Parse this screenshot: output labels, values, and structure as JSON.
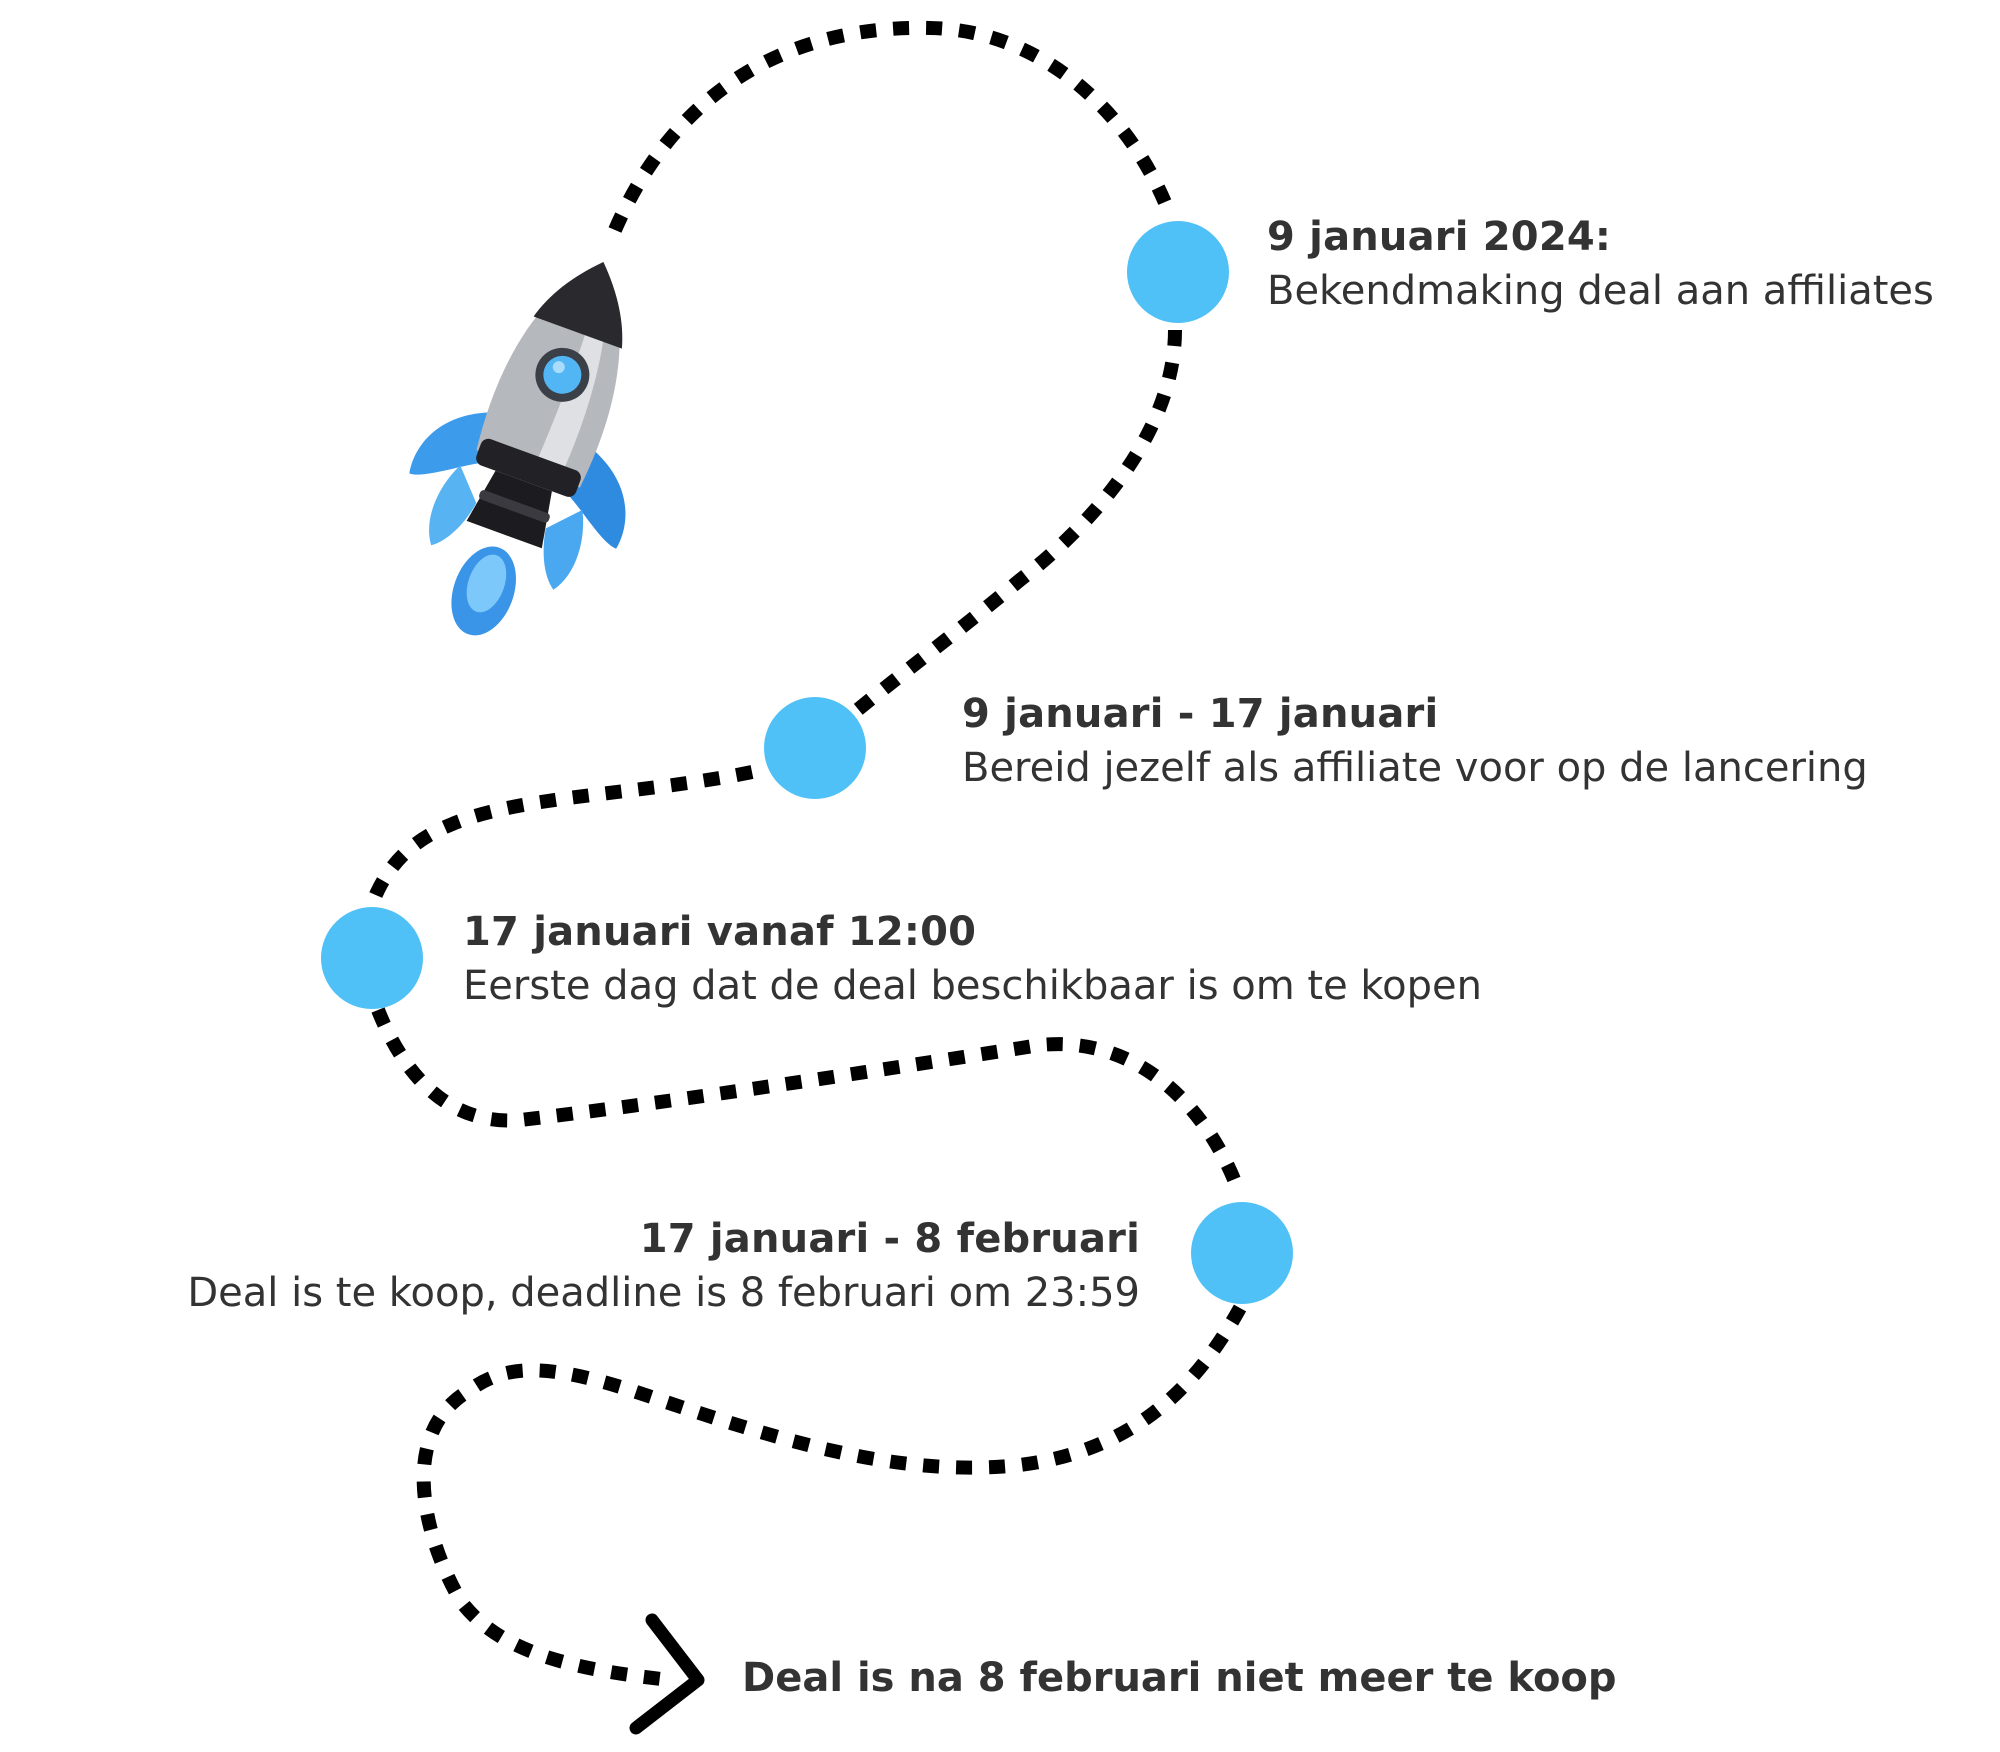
{
  "colors": {
    "dot": "#4FC1F7",
    "path": "#000000",
    "text": "#333333"
  },
  "icons": {
    "rocket": "rocket-icon",
    "end_arrow": "arrow-right-icon"
  },
  "milestones": [
    {
      "title": "9 januari 2024:",
      "description": "Bekendmaking deal aan affiliates"
    },
    {
      "title": "9 januari - 17 januari",
      "description": "Bereid jezelf als affiliate voor op de lancering"
    },
    {
      "title": "17 januari vanaf 12:00",
      "description": "Eerste dag dat de deal beschikbaar is om te kopen"
    },
    {
      "title": "17 januari - 8 februari",
      "description": "Deal is te koop, deadline is 8 februari om 23:59"
    }
  ],
  "final": {
    "text": "Deal is na 8 februari niet meer te koop"
  }
}
